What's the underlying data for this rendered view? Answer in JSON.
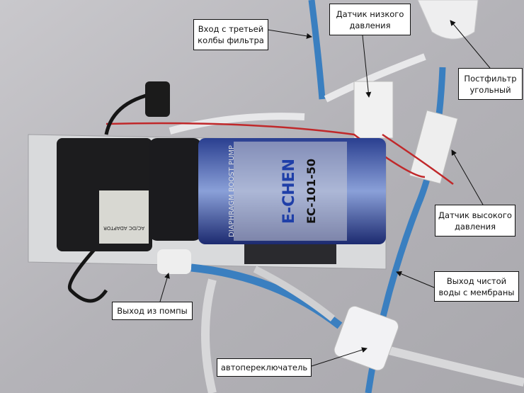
{
  "annotations": {
    "inlet_third_filter": "Вход с третьей колбы фильтра",
    "low_pressure_sensor": "Датчик низкого давления",
    "carbon_postfilter": "Постфильтр угольный",
    "high_pressure_sensor": "Датчик высокого давления",
    "membrane_clean_water_outlet": "Выход чистой воды с мембраны",
    "pump_outlet": "Выход из помпы",
    "auto_shutoff_valve": "автопереключатель"
  },
  "photo_text": {
    "pump_brand": "E-CHEN",
    "pump_model": "EC-101-50",
    "pump_side_text": "DIAPHRAGM BOOST PUMP",
    "adapter_label": "AC/DC ADAPTOR"
  },
  "colors": {
    "background_fabric": "#bdbcc0",
    "blue_tube": "#3a7fc0",
    "pump_body": "#1b1b1e",
    "pump_label": "#1f3fa8"
  }
}
